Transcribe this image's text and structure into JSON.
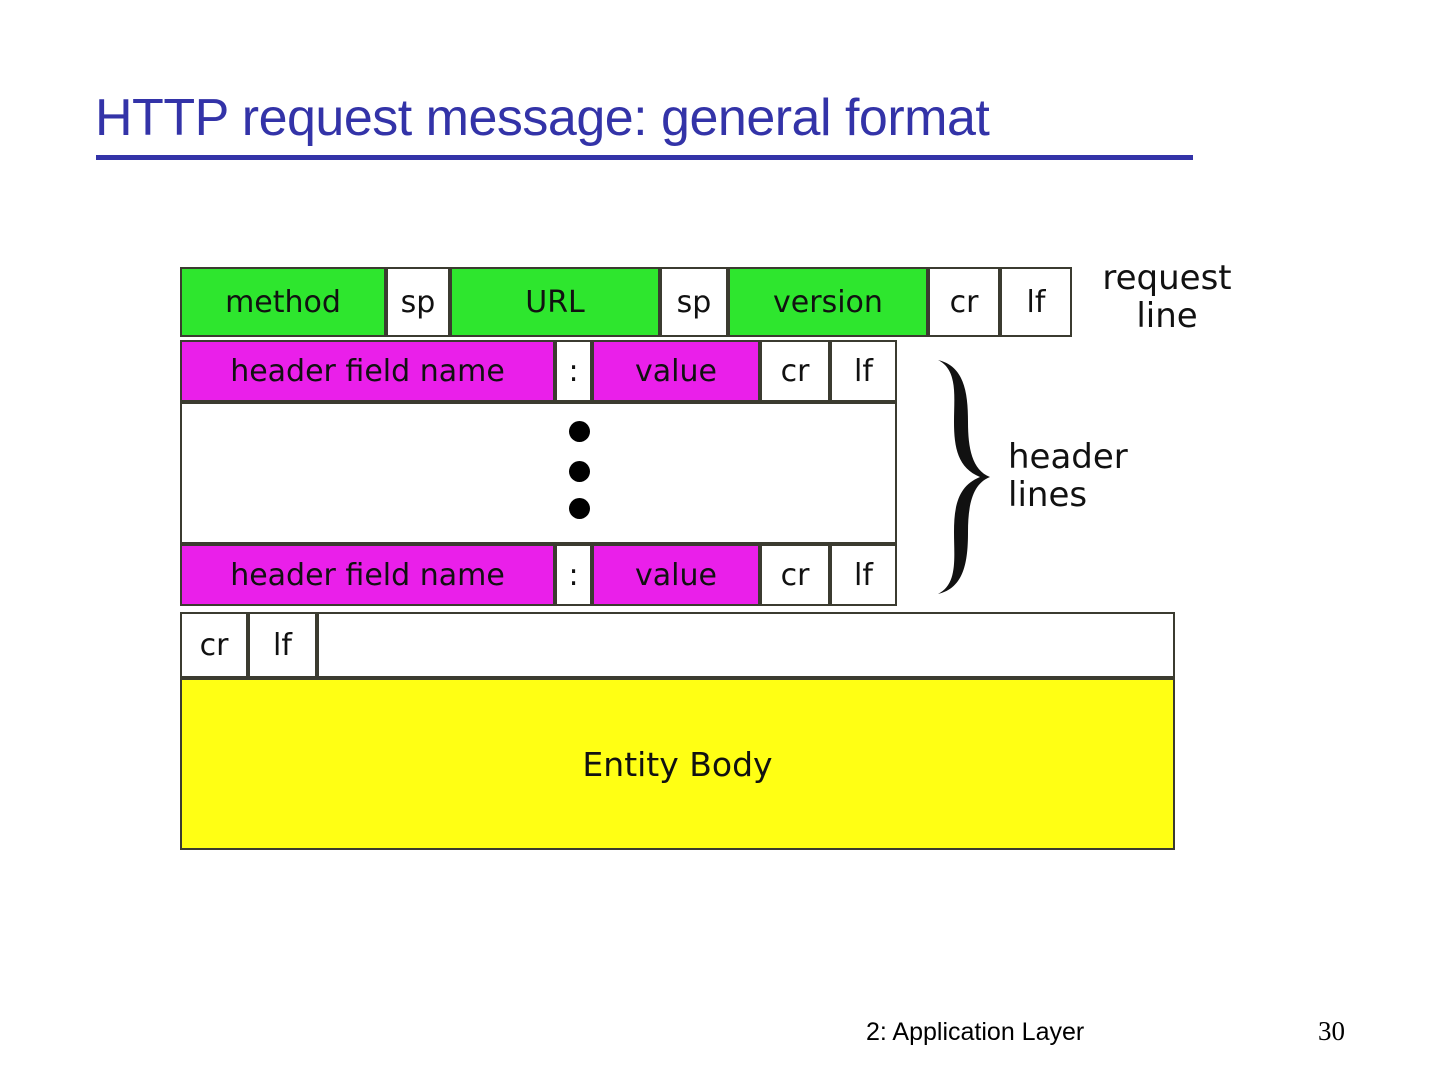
{
  "slide": {
    "title": "HTTP request message: general format",
    "title_color": "#3333a8",
    "page_number": "30",
    "footer": "2: Application Layer"
  },
  "diagram": {
    "colors": {
      "request_line_fill": "#2ee62e",
      "header_fill": "#ea1fea",
      "body_fill": "#ffff14",
      "blank_fill": "#ffffff",
      "border": "#3b3b30"
    },
    "request_line": {
      "label": "request\nline",
      "cells": [
        {
          "text": "method",
          "fill": "green"
        },
        {
          "text": "sp",
          "fill": "plain"
        },
        {
          "text": "URL",
          "fill": "green"
        },
        {
          "text": "sp",
          "fill": "plain"
        },
        {
          "text": "version",
          "fill": "green"
        },
        {
          "text": "cr",
          "fill": "plain"
        },
        {
          "text": "lf",
          "fill": "plain"
        }
      ]
    },
    "header_lines": {
      "label": "header\nlines",
      "brace": "}",
      "first_row": [
        {
          "text": "header field name",
          "fill": "magenta"
        },
        {
          "text": ":",
          "fill": "plain"
        },
        {
          "text": "value",
          "fill": "magenta"
        },
        {
          "text": "cr",
          "fill": "plain"
        },
        {
          "text": "lf",
          "fill": "plain"
        }
      ],
      "ellipsis": "●●●",
      "last_row": [
        {
          "text": "header field name",
          "fill": "magenta"
        },
        {
          "text": ":",
          "fill": "plain"
        },
        {
          "text": "value",
          "fill": "magenta"
        },
        {
          "text": "cr",
          "fill": "plain"
        },
        {
          "text": "lf",
          "fill": "plain"
        }
      ]
    },
    "blank_line": {
      "cells": [
        {
          "text": "cr",
          "fill": "plain"
        },
        {
          "text": "lf",
          "fill": "plain"
        }
      ]
    },
    "entity_body": {
      "text": "Entity Body",
      "fill": "yellow"
    }
  }
}
